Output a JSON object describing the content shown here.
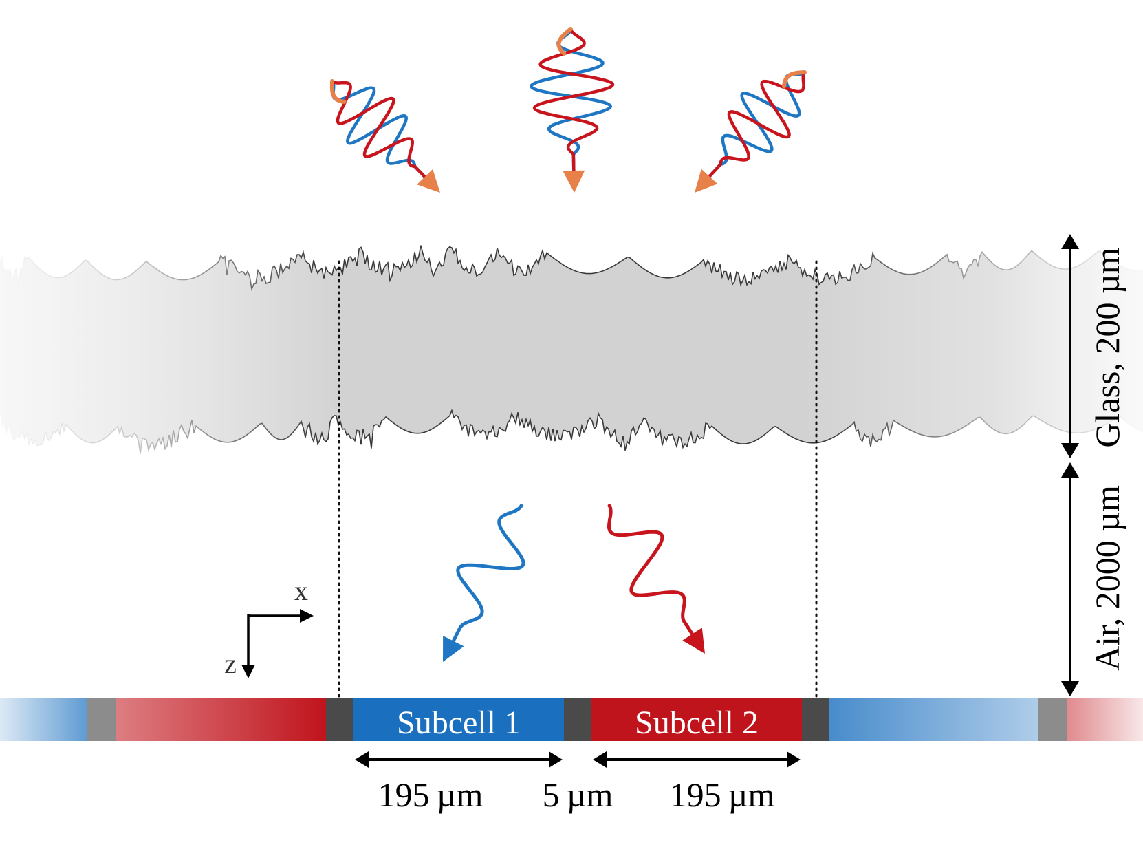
{
  "cells": {
    "subcell1_label": "Subcell 1",
    "subcell2_label": "Subcell 2"
  },
  "dimensions": {
    "width1": "195 µm",
    "gap": "5 µm",
    "width2": "195 µm"
  },
  "layers": {
    "glass_label": "Glass, 200 µm",
    "air_label": "Air, 2000 µm"
  },
  "axes": {
    "x_label": "x",
    "z_label": "z"
  },
  "colors": {
    "subcell1": "#1a6fbf",
    "subcell2": "#c0141c",
    "gap": "#4a4a4a",
    "glass": "#d0d0d0",
    "glass_outline": "#3a3a3a",
    "incident_wave": "#e8804a",
    "wave_blue": "#1f77c4",
    "wave_red": "#c8141c"
  },
  "icons": [
    "incident-light-wave-icon",
    "reflected-light-wave-icon",
    "axis-arrow-icon"
  ]
}
